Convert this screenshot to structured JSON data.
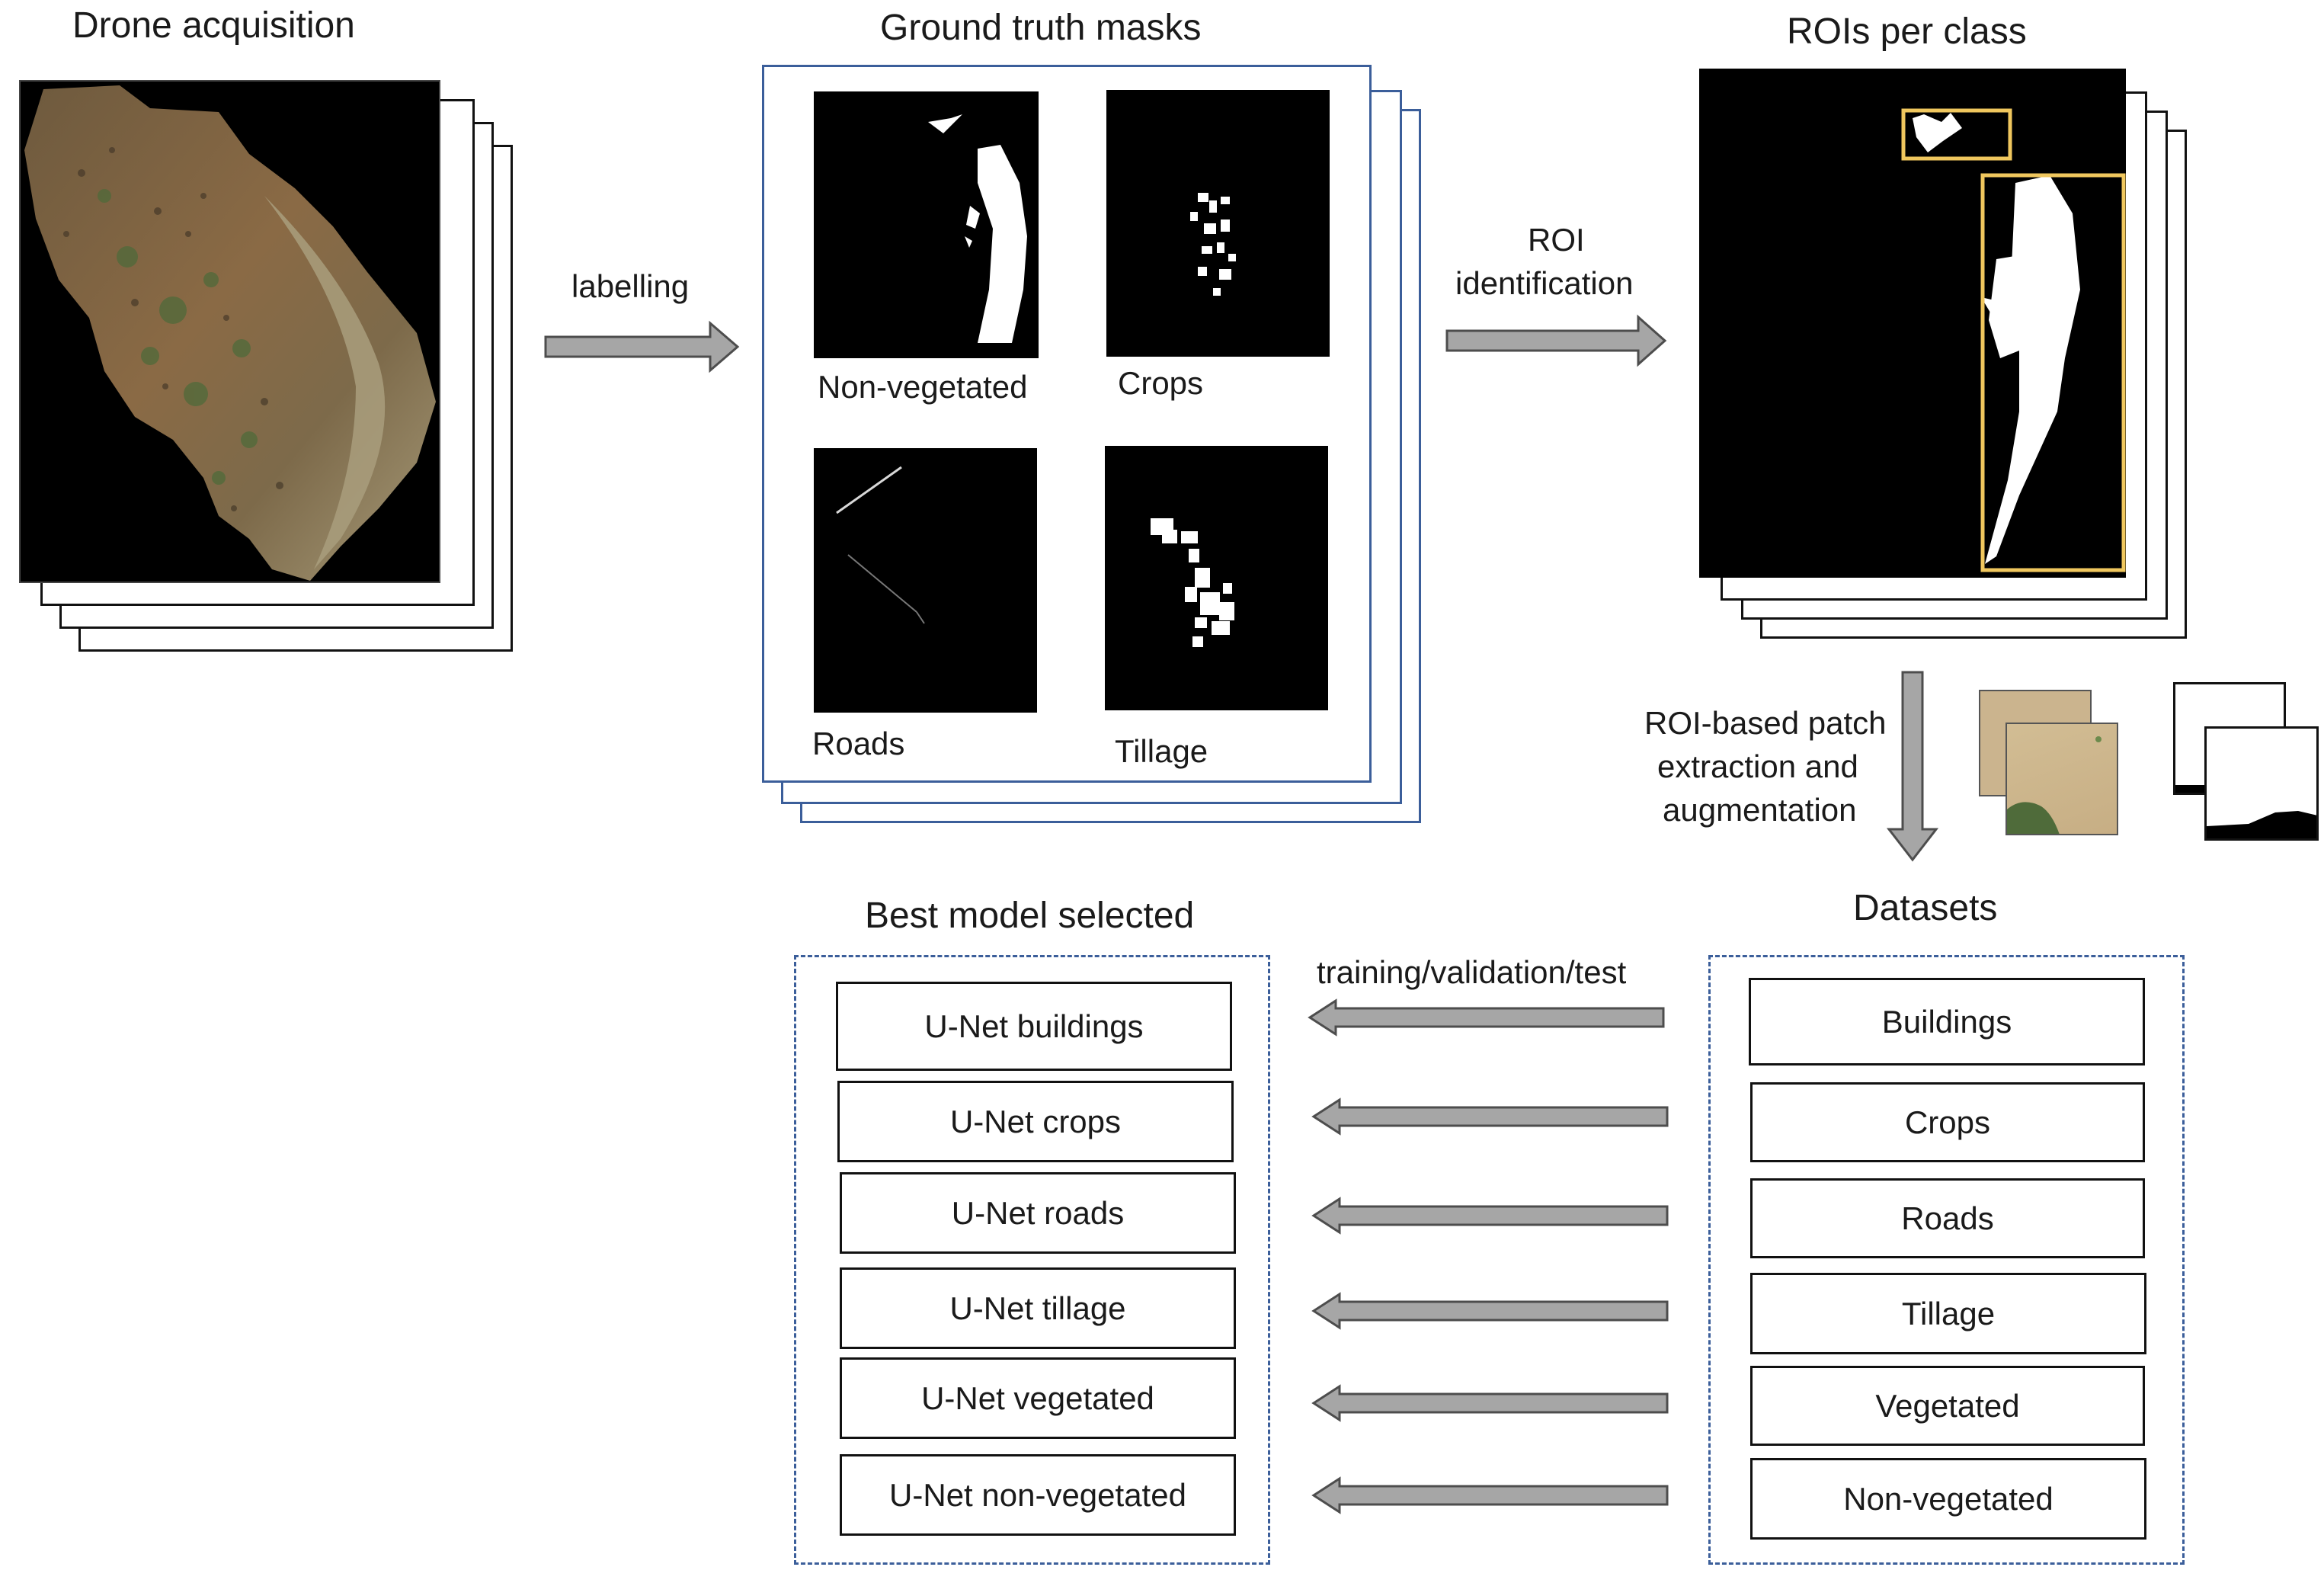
{
  "stages": {
    "acquisition": {
      "title": "Drone acquisition"
    },
    "masks": {
      "title": "Ground truth masks",
      "classes": [
        "Non-vegetated",
        "Crops",
        "Roads",
        "Tillage"
      ]
    },
    "rois": {
      "title": "ROIs per class"
    },
    "datasets": {
      "title": "Datasets",
      "items": [
        "Buildings",
        "Crops",
        "Roads",
        "Tillage",
        "Vegetated",
        "Non-vegetated"
      ]
    },
    "models": {
      "title": "Best model selected",
      "items": [
        "U-Net buildings",
        "U-Net crops",
        "U-Net roads",
        "U-Net tillage",
        "U-Net vegetated",
        "U-Net non-vegetated"
      ]
    }
  },
  "arrows": {
    "labelling": "labelling",
    "roi_line1": "ROI",
    "roi_line2": "identification",
    "patch_line1": "ROI-based patch",
    "patch_line2": "extraction and",
    "patch_line3": "augmentation",
    "training": "training/validation/test"
  },
  "colors": {
    "arrow_fill": "#a6a6a6",
    "arrow_stroke": "#4d4d4d",
    "blue_frame": "#3b5e9a",
    "roi_box": "#f0c75e"
  }
}
